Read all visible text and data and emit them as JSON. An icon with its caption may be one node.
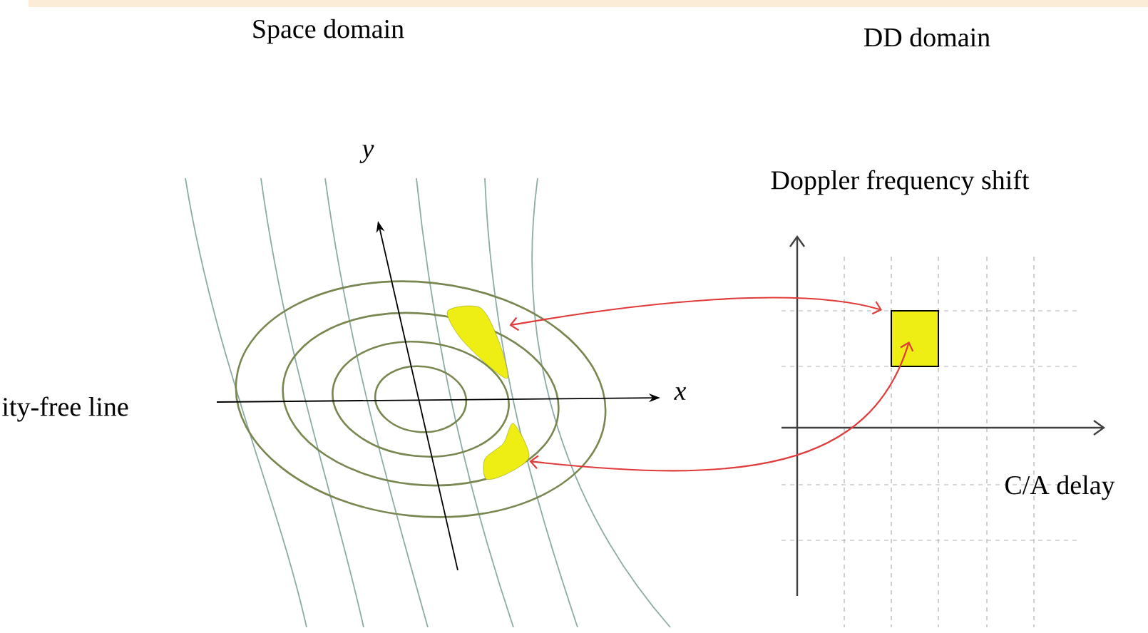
{
  "diagram": {
    "nodes": [
      {
        "text": [],
        "shape": "arc"
      },
      {
        "text": [],
        "shape": "arc"
      },
      {
        "text": [],
        "shape": "box"
      }
    ],
    "edges": [
      {
        "from": 0,
        "to": 2,
        "arrow": "both",
        "color": "#e03a3a"
      },
      {
        "from": 1,
        "to": 2,
        "arrow": "both",
        "color": "#e03a3a"
      }
    ],
    "labels": [
      "Space domain",
      "DD domain",
      "y",
      "ity-free line",
      "x",
      "Doppler frequency shift",
      "C/A delay"
    ]
  }
}
